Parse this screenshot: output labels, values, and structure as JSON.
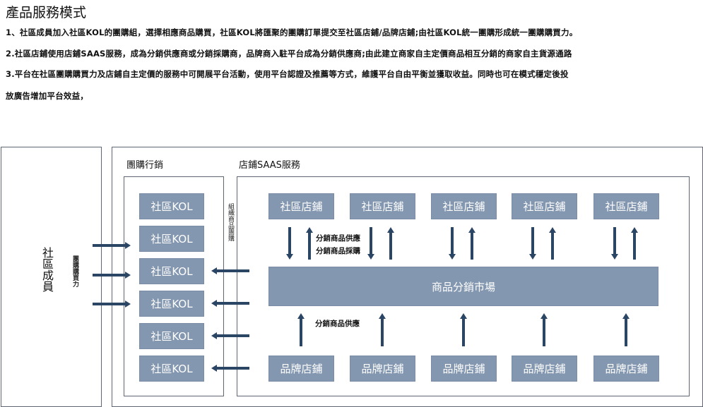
{
  "title": "產品服務模式",
  "paragraphs": [
    "1、社區成員加入社區KOL的團購組，選擇相應商品購買，社區KOL將匯聚的團購訂單提交至社區店鋪/品牌店鋪;由社區KOL統一團購形成統一團購購買力。",
    "2.社區店鋪使用店鋪SAAS服務，成為分銷供應商或分銷採購商，品牌商入駐平台成為分銷供應商;由此建立商家自主定價商品相互分銷的商家自主貨源通路",
    "3.平台在社區團購購買力及店鋪自主定價的服務中可開展平台活動，使用平台認證及推薦等方式，維護平台自由平衡並獲取收益。同時也可在模式穩定後投",
    "放廣告增加平台效益，"
  ],
  "diagram": {
    "member_label": "社區成員",
    "buying_power_label": "團購購買力",
    "group_section_label": "團購行銷",
    "saas_section_label": "店鋪SAAS服務",
    "organize_label": "組織商品團購",
    "kol_boxes": [
      "社區KOL",
      "社區KOL",
      "社區KOL",
      "社區KOL",
      "社區KOL",
      "社區KOL"
    ],
    "community_stores": [
      "社區店鋪",
      "社區店鋪",
      "社區店鋪",
      "社區店鋪",
      "社區店鋪"
    ],
    "brand_stores": [
      "品牌店鋪",
      "品牌店鋪",
      "品牌店鋪",
      "品牌店鋪",
      "品牌店鋪"
    ],
    "market_label": "商品分銷市場",
    "supply_label": "分銷商品供應",
    "purchase_label": "分銷商品採購",
    "brand_supply_label": "分銷商品供應",
    "colors": {
      "box": "#8497b0",
      "arrow": "#2b4565",
      "border": "#5f6672"
    }
  }
}
